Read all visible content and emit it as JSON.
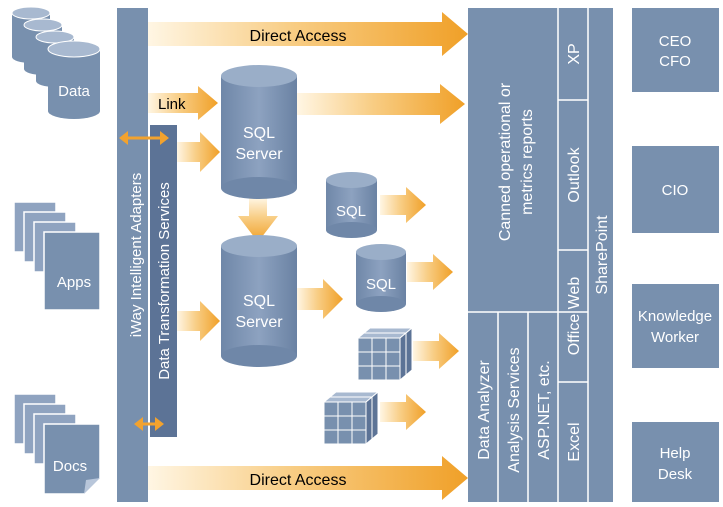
{
  "sources": {
    "data": "Data",
    "apps": "Apps",
    "docs": "Docs"
  },
  "adapters": {
    "iway": "iWay Intelligent Adapters",
    "dts": "Data Transformation Services"
  },
  "flows": {
    "direct_access_top": "Direct Access",
    "direct_access_bottom": "Direct Access",
    "link": "Link"
  },
  "servers": {
    "sql_server_1_line1": "SQL",
    "sql_server_1_line2": "Server",
    "sql_server_2_line1": "SQL",
    "sql_server_2_line2": "Server",
    "sql_small_1": "SQL",
    "sql_small_2": "SQL"
  },
  "reporting": {
    "canned_line1": "Canned operational or",
    "canned_line2": "metrics reports",
    "xp": "XP",
    "outlook": "Outlook",
    "office_web": "Office Web",
    "excel": "Excel",
    "sharepoint": "SharePoint",
    "data_analyzer": "Data Analyzer",
    "analysis_services": "Analysis Services",
    "aspnet": "ASP.NET, etc."
  },
  "audiences": {
    "ceo": "CEO",
    "cfo": "CFO",
    "cio": "CIO",
    "knowledge_line1": "Knowledge",
    "knowledge_line2": "Worker",
    "help_line1": "Help",
    "help_line2": "Desk"
  },
  "colors": {
    "slate": "#7088A8",
    "slate_dark": "#5C7396",
    "slate_light": "#8FA3C0",
    "panel": "#7890AE",
    "orange": "#F2A22E",
    "orange_light": "#FCEBC8"
  }
}
